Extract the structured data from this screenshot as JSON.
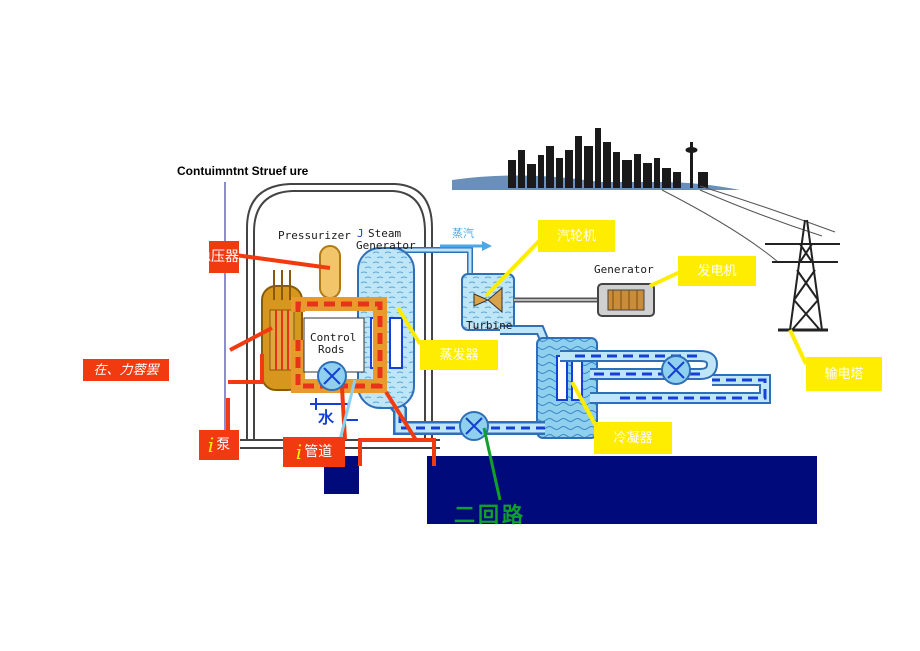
{
  "diagram": {
    "containment_label": "Contuimntnt Struef ure",
    "components": {
      "pressurizer": "Pressurizer",
      "steam_generator_line1": "Steam",
      "steam_generator_line2": "Generator",
      "steam_generator_marker": "J",
      "control_rods_line1": "Control",
      "control_rods_line2": "Rods",
      "turbine": "Turbine",
      "generator": "Generator",
      "water_glyph": "水",
      "steam_flow_text": "蒸汽"
    },
    "labels": {
      "turbine_cn": "汽轮机",
      "generator_cn": "发电机",
      "steam_gen_cn": "蒸发器",
      "condenser_cn": "冷凝器",
      "pylon_cn": "输电塔",
      "pressurizer_cn": "稳压器",
      "pressure_vessel_cn": "在、力蓉罢",
      "pump_mark": "i",
      "pump_cn": "泵",
      "pipe_mark": "i",
      "pipe_cn": "管道",
      "secondary_loop_cn": "二回路"
    },
    "colors": {
      "label_yellow": "#ffed00",
      "label_red": "#f23a10",
      "primary_loop": "#e8331b",
      "secondary_loop": "#1440d8",
      "water_blue": "#8fd0ee",
      "navy_block": "#000a7a",
      "secondary_loop_text": "#0fa02c"
    },
    "icons": [
      "city-skyline-icon",
      "transmission-tower-icon",
      "turbine-icon",
      "generator-icon",
      "pump-icon"
    ]
  }
}
